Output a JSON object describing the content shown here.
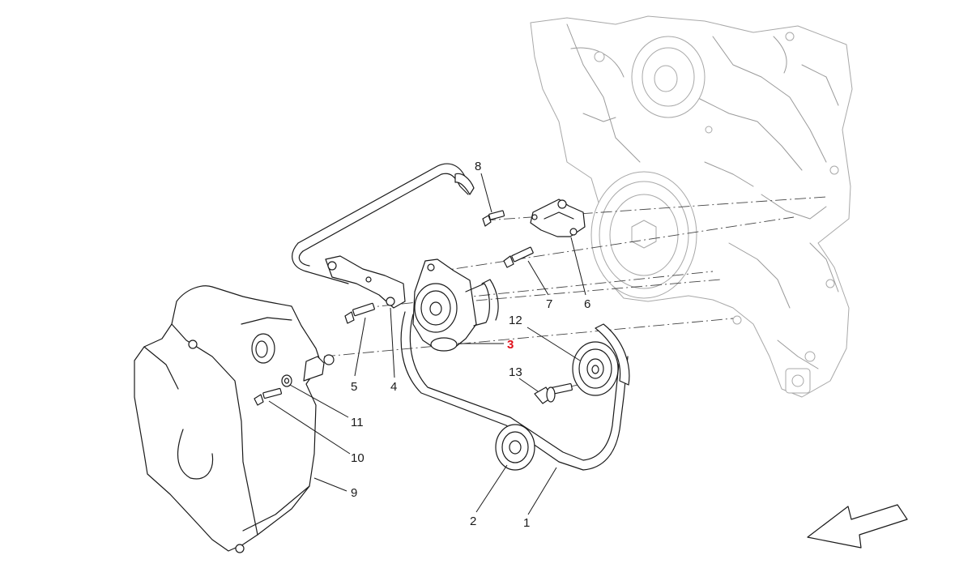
{
  "callouts": [
    {
      "id": "c1",
      "text": "1"
    },
    {
      "id": "c2",
      "text": "2"
    },
    {
      "id": "c3",
      "text": "3",
      "highlight": true
    },
    {
      "id": "c4",
      "text": "4"
    },
    {
      "id": "c5",
      "text": "5"
    },
    {
      "id": "c6",
      "text": "6"
    },
    {
      "id": "c7",
      "text": "7"
    },
    {
      "id": "c8",
      "text": "8"
    },
    {
      "id": "c9",
      "text": "9"
    },
    {
      "id": "c10",
      "text": "10"
    },
    {
      "id": "c11",
      "text": "11"
    },
    {
      "id": "c12",
      "text": "12"
    },
    {
      "id": "c13",
      "text": "13"
    }
  ],
  "colors": {
    "line": "#1a1a1a",
    "ghost": "#a8a8a8",
    "highlight": "#e0101a",
    "background": "#ffffff"
  },
  "icons": {
    "direction_arrow": "arrow-down-left-icon"
  }
}
